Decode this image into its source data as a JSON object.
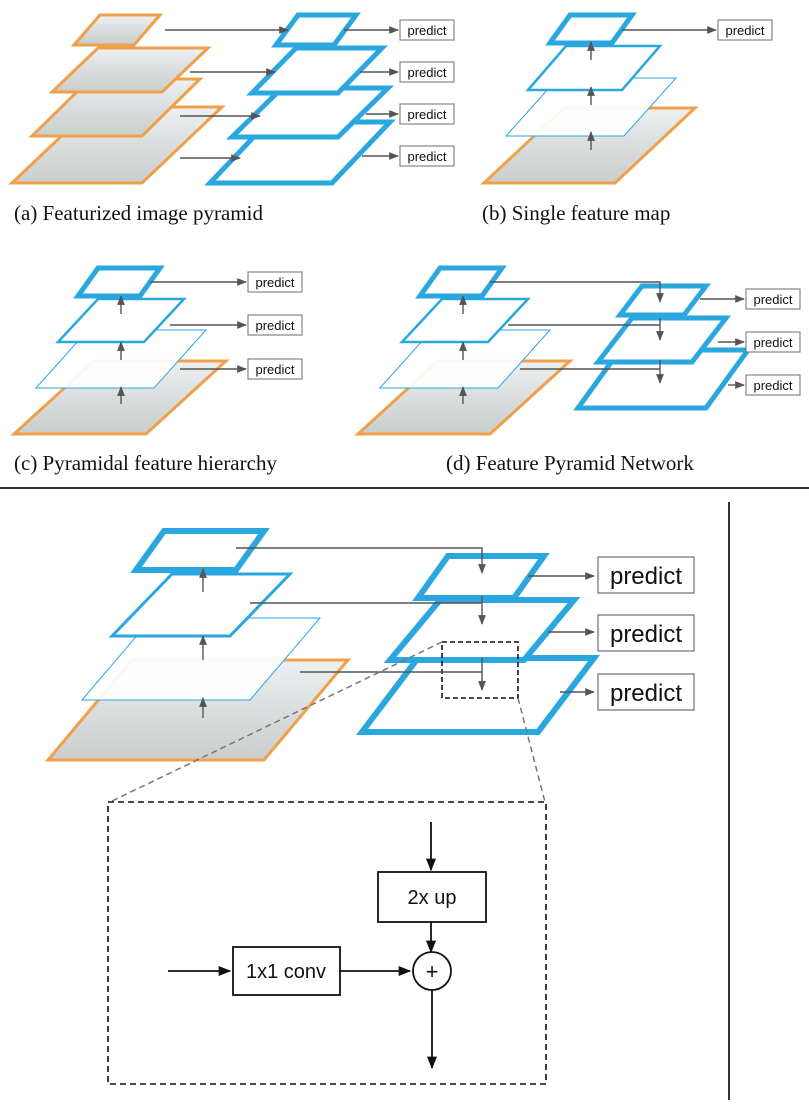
{
  "captions": {
    "a": "(a) Featurized image pyramid",
    "b": "(b) Single feature map",
    "c": "(c) Pyramidal feature hierarchy",
    "d": "(d) Feature Pyramid Network"
  },
  "labels": {
    "predict": "predict",
    "upsample": "2x up",
    "lateral_conv": "1x1 conv",
    "merge": "+"
  },
  "colors": {
    "feature_map": "#2aa7df",
    "image": "#f0a04b",
    "photo_fill": "#dfe3e3",
    "arrow": "#555555",
    "box_border": "#6d6d6d",
    "panel_border": "#333333"
  }
}
